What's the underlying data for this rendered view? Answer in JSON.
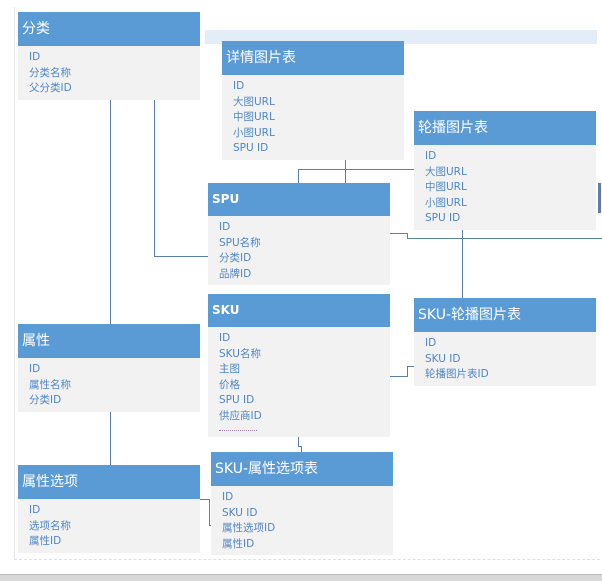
{
  "tables": {
    "category": {
      "title": "分类",
      "fields": [
        "ID",
        "分类名称",
        "父分类ID"
      ]
    },
    "detail_images": {
      "title": "详情图片表",
      "fields": [
        "ID",
        "大图URL",
        "中图URL",
        "小图URL",
        "SPU ID"
      ]
    },
    "carousel_images": {
      "title": "轮播图片表",
      "fields": [
        "ID",
        "大图URL",
        "中图URL",
        "小图URL",
        "SPU ID"
      ]
    },
    "spu": {
      "title": "SPU",
      "fields": [
        "ID",
        "SPU名称",
        "分类ID",
        "品牌ID"
      ]
    },
    "sku": {
      "title": "SKU",
      "fields": [
        "ID",
        "SKU名称",
        "主图",
        "价格",
        "SPU ID",
        "供应商ID"
      ]
    },
    "sku_carousel": {
      "title": "SKU-轮播图片表",
      "fields": [
        "ID",
        "SKU ID",
        "轮播图片表ID"
      ]
    },
    "attribute": {
      "title": "属性",
      "fields": [
        "ID",
        "属性名称",
        "分类ID"
      ]
    },
    "attribute_option": {
      "title": "属性选项",
      "fields": [
        "ID",
        "选项名称",
        "属性ID"
      ]
    },
    "sku_attr_option": {
      "title": "SKU-属性选项表",
      "fields": [
        "ID",
        "SKU ID",
        "属性选项ID",
        "属性ID"
      ]
    }
  },
  "colors": {
    "header": "#5b9bd5",
    "body": "#f2f2f2",
    "field_text": "#4f86c6",
    "line": "#5a7fa8"
  }
}
